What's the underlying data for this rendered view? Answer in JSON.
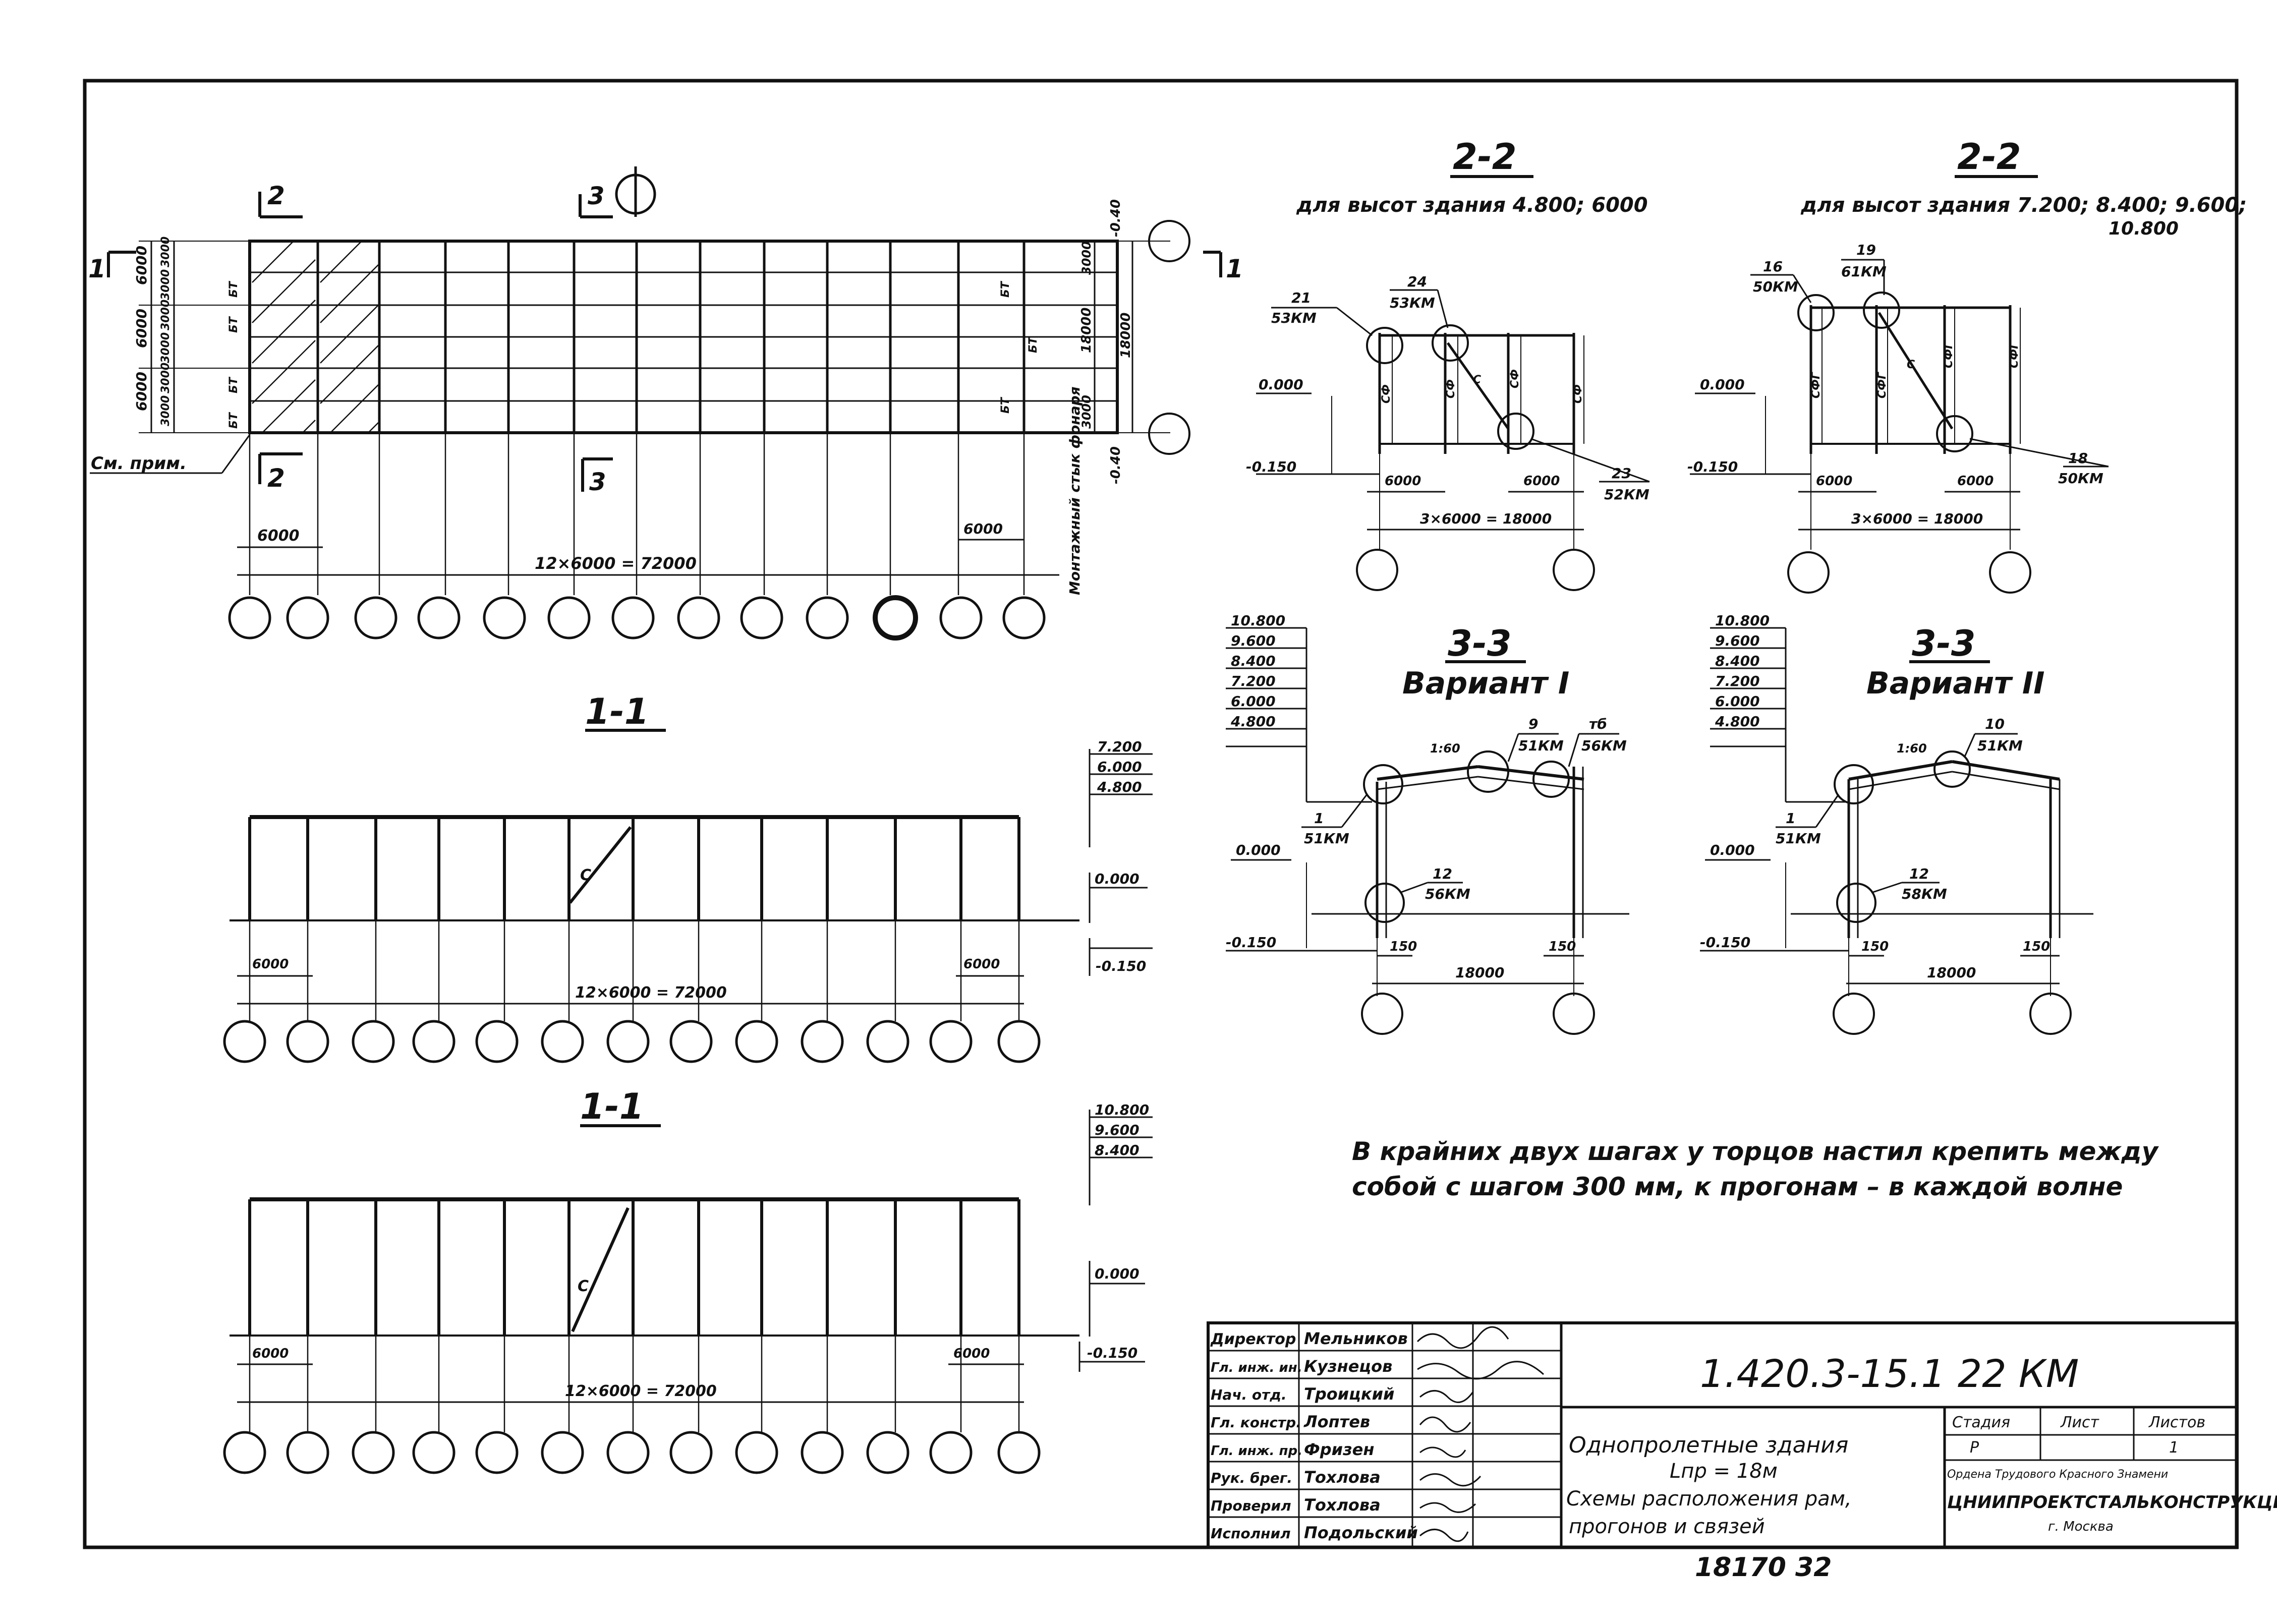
{
  "plan": {
    "section_mark_2": "2",
    "section_mark_3": "3",
    "section_mark_1": "1",
    "dim_top_left": [
      "6000",
      "6000",
      "6000"
    ],
    "dim_top_left_inner": [
      "3000",
      "3000",
      "3000",
      "3000",
      "3000",
      "3000"
    ],
    "bay_labels": [
      "БТ",
      "БТ",
      "БТ",
      "БТ"
    ],
    "right_dims": [
      "3000",
      "18000",
      "3000"
    ],
    "right_bay_labels": [
      "БТ",
      "БТ",
      "БТ"
    ],
    "elev_top": "-0.40",
    "elev_bottom": "-0.40",
    "note_label": "См. прим.",
    "bay_dim": "6000",
    "bay_dim_right": "6000",
    "total_dim": "12×6000 = 72000",
    "side_note": "Монтажный стык фонаря"
  },
  "sec11a": {
    "title": "1-1",
    "elevations": [
      "7.200",
      "6.000",
      "4.800"
    ],
    "elev_mid": "0.000",
    "elev_low": "-0.150",
    "brace_label": "С",
    "dim_left": "6000",
    "dim_right": "6000",
    "total": "12×6000 = 72000"
  },
  "sec11b": {
    "title": "1-1",
    "elevations": [
      "10.800",
      "9.600",
      "8.400"
    ],
    "elev_mid": "0.000",
    "elev_low": "-0.150",
    "brace_label": "С",
    "dim_left": "6000",
    "dim_right": "6000",
    "total": "12×6000 = 72000"
  },
  "sec22a": {
    "title": "2-2",
    "subtitle": "для высот здания 4.800; 6000",
    "callout_21": "21",
    "callout_21_sheet": "53КМ",
    "callout_24": "24",
    "callout_24_sheet": "53КМ",
    "callout_23": "23",
    "callout_23_sheet": "52КМ",
    "elev_0": "0.000",
    "elev_low": "-0.150",
    "dim_a": "6000",
    "dim_b": "6000",
    "total": "3×6000 = 18000",
    "labels": [
      "СФ",
      "СФ",
      "СФ",
      "СФ",
      "С"
    ]
  },
  "sec22b": {
    "title": "2-2",
    "subtitle": "для высот здания 7.200; 8.400; 9.600;",
    "subtitle2": "10.800",
    "callout_16": "16",
    "callout_16_sheet": "50КМ",
    "callout_19": "19",
    "callout_19_sheet": "61КМ",
    "callout_18": "18",
    "callout_18_sheet": "50КМ",
    "elev_0": "0.000",
    "elev_low": "-0.150",
    "dim_a": "6000",
    "dim_b": "6000",
    "total": "3×6000 = 18000",
    "labels": [
      "СФГ",
      "СФГ",
      "СФГ",
      "СФГ",
      "С"
    ]
  },
  "sec33a": {
    "title": "3-3",
    "variant": "Вариант I",
    "elevations": [
      "10.800",
      "9.600",
      "8.400",
      "7.200",
      "6.000",
      "4.800"
    ],
    "slope": "1:60",
    "callout_9": "9",
    "callout_9_sheet": "51КМ",
    "callout_8": "тб",
    "callout_8_sheet": "56КМ",
    "callout_1": "1",
    "callout_1_sheet": "51КМ",
    "callout_12": "12",
    "callout_12_sheet": "56КМ",
    "elev_0": "0.000",
    "elev_low": "-0.150",
    "dim_150a": "150",
    "dim_150b": "150",
    "span": "18000"
  },
  "sec33b": {
    "title": "3-3",
    "variant": "Вариант II",
    "elevations": [
      "10.800",
      "9.600",
      "8.400",
      "7.200",
      "6.000",
      "4.800"
    ],
    "slope": "1:60",
    "callout_10": "10",
    "callout_10_sheet": "51КМ",
    "callout_1": "1",
    "callout_1_sheet": "51КМ",
    "callout_12": "12",
    "callout_12_sheet": "58КМ",
    "elev_0": "0.000",
    "elev_low": "-0.150",
    "dim_150a": "150",
    "dim_150b": "150",
    "span": "18000"
  },
  "note": {
    "line1": "В крайних двух шагах у торцов настил крепить между",
    "line2": "собой с шагом 300 мм, к прогонам – в каждой волне"
  },
  "title_block": {
    "roles": [
      "Директор",
      "Гл. инж. ин.",
      "Нач. отд.",
      "Гл. констр.",
      "Гл. инж. пр.",
      "Рук. брег.",
      "Проверил",
      "Исполнил"
    ],
    "names": [
      "Мельников",
      "Кузнецов",
      "Троицкий",
      "Лоптев",
      "Фризен",
      "Тохлова",
      "Тохлова",
      "Подольский"
    ],
    "doc_code": "1.420.3-15.1  22 КМ",
    "desc1": "Однопролетные здания",
    "desc2": "Lпр = 18м",
    "desc3": "Схемы расположения рам,",
    "desc4": "прогонов и связей",
    "stage_label": "Стадия",
    "sheet_label": "Лист",
    "sheets_label": "Листов",
    "stage_value": "Р",
    "sheet_value": "1",
    "org1": "Ордена Трудового Красного Знамени",
    "org2": "ЦНИИПРОЕКТСТАЛЬКОНСТРУКЦИЯ",
    "org3": "г. Москва",
    "archive_no": "18170  32"
  }
}
